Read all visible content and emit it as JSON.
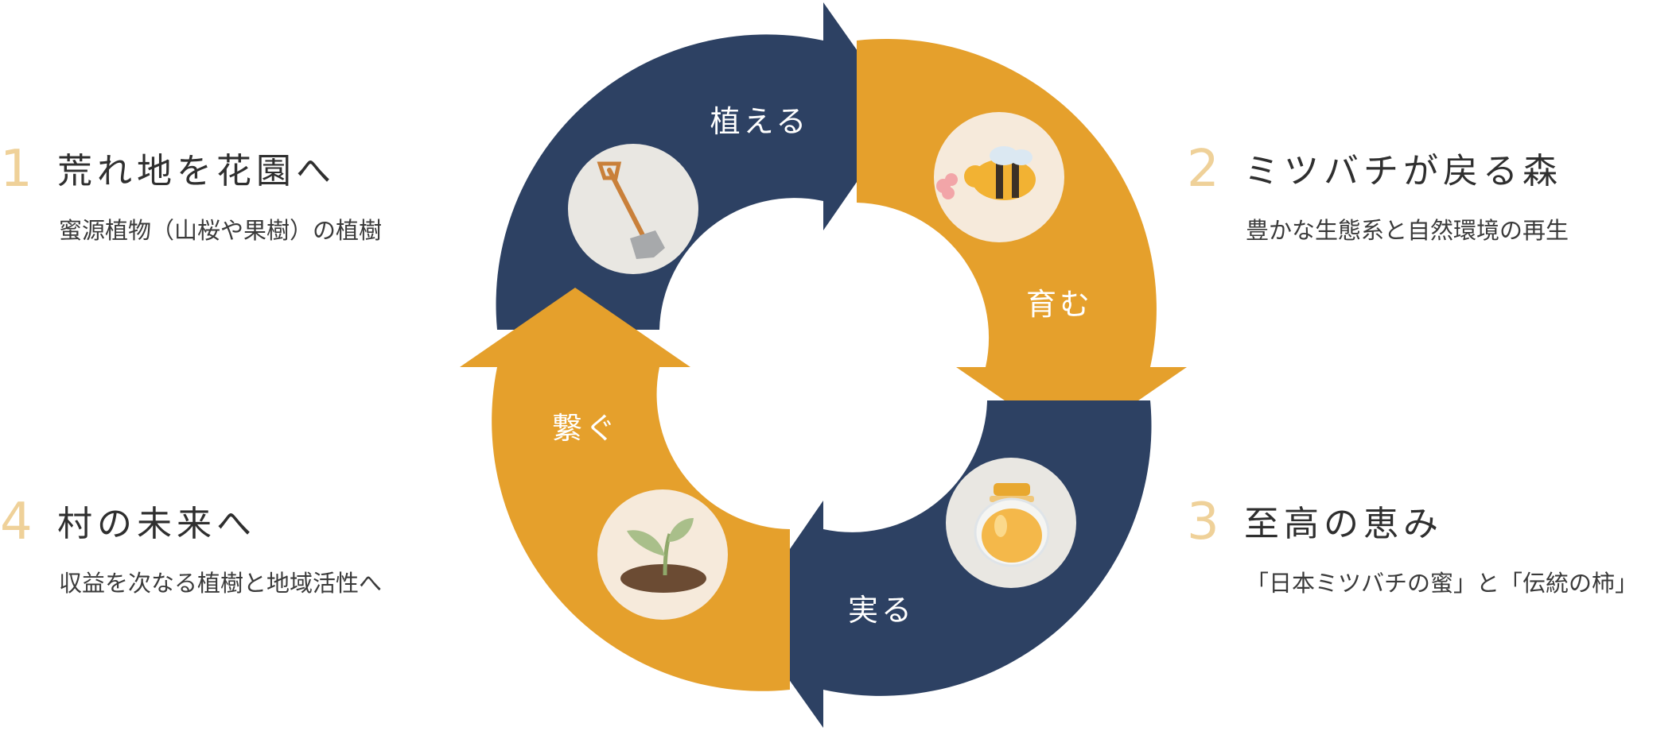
{
  "steps": [
    {
      "number": "1",
      "title": "荒れ地を花園へ",
      "description": "蜜源植物（山桜や果樹）の植樹"
    },
    {
      "number": "2",
      "title": "ミツバチが戻る森",
      "description": "豊かな生態系と自然環境の再生"
    },
    {
      "number": "3",
      "title": "至高の恵み",
      "description": "「日本ミツバチの蜜」と「伝統の柿」"
    },
    {
      "number": "4",
      "title": "村の未来へ",
      "description": "収益を次なる植樹と地域活性へ"
    }
  ],
  "cycle": {
    "labels": [
      "植える",
      "育む",
      "実る",
      "繋ぐ"
    ],
    "icons": [
      "shovel-icon",
      "bee-icon",
      "honey-jar-icon",
      "sprout-icon"
    ]
  },
  "colors": {
    "navy": "#2d4163",
    "orange": "#e5a02c",
    "number": "#efd199",
    "icon_bg_gray": "#e9e7e2",
    "icon_bg_cream": "#f6eadb"
  }
}
